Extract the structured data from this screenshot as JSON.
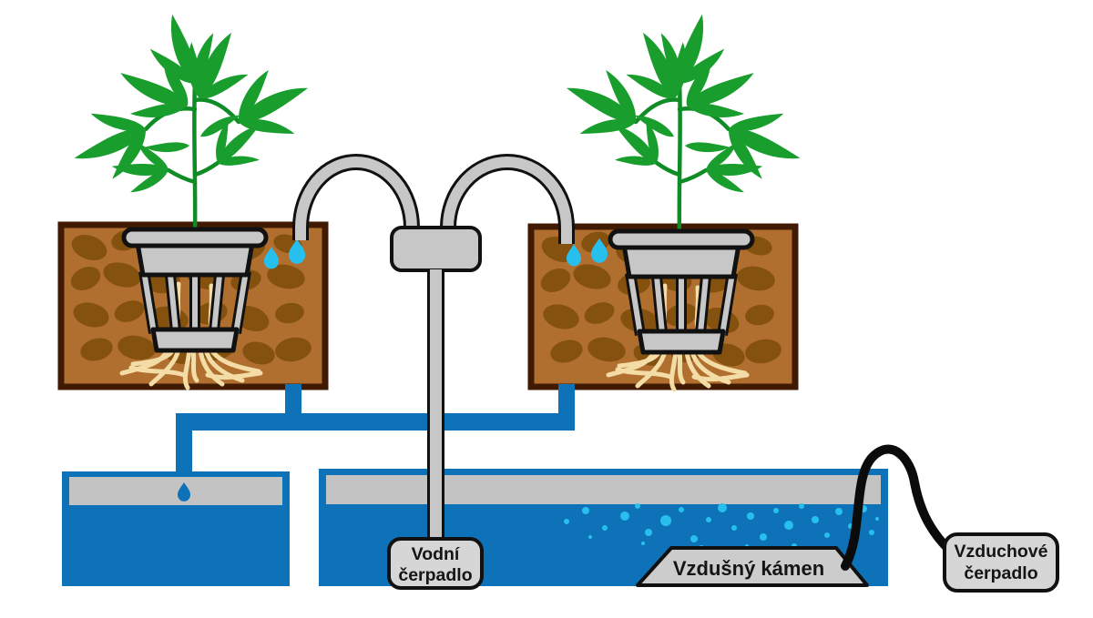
{
  "labels": {
    "water_pump": {
      "line1": "Vodní",
      "line2": "čerpadlo"
    },
    "air_stone": {
      "text": "Vzdušný kámen"
    },
    "air_pump": {
      "line1": "Vzduchové",
      "line2": "čerpadlo"
    }
  },
  "colors": {
    "water_blue": "#0e72b8",
    "bubble_cyan": "#27c0ee",
    "leaf_green": "#199e2e",
    "stem_green": "#0f8c25",
    "soil_brown": "#b06f2e",
    "pebble_brown": "#84510f",
    "bed_border_brown": "#401a02",
    "pipe_gray": "#c7c7c7",
    "air_gap_gray": "#c3c3c3",
    "label_gray": "#d6d6d6",
    "root_cream": "#f3dca6",
    "outline_black": "#111111"
  }
}
